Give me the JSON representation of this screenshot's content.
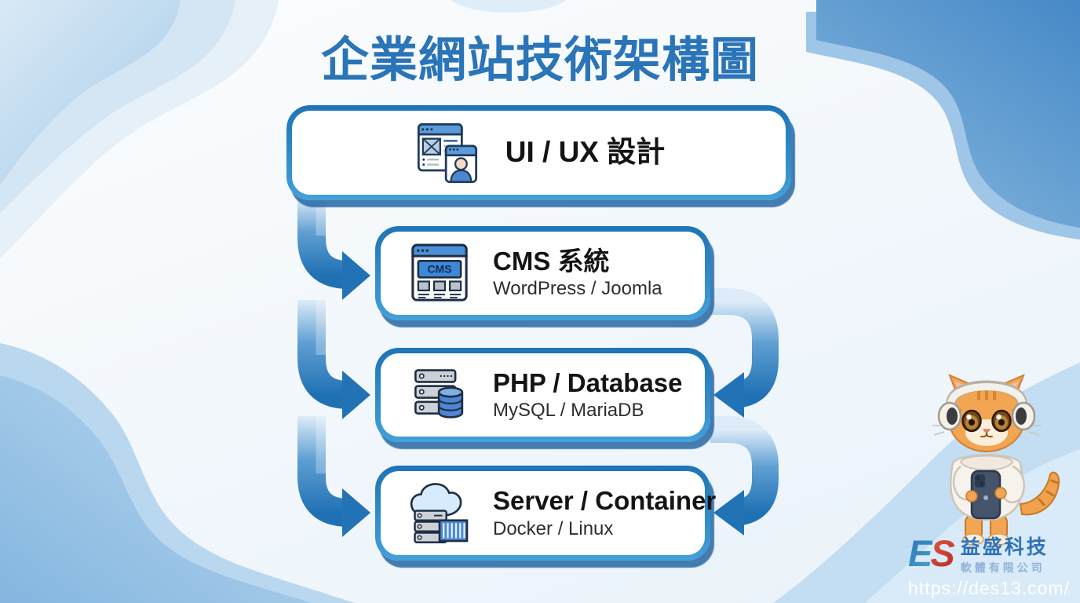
{
  "page": {
    "title": "企業網站技術架構圖"
  },
  "boxes": [
    {
      "title": "UI / UX 設計",
      "icon": "uiux-design-icon"
    },
    {
      "title": "CMS 系統",
      "subtitle": "WordPress / Joomla",
      "icon": "cms-browser-icon"
    },
    {
      "title": "PHP / Database",
      "subtitle": "MySQL / MariaDB",
      "icon": "server-database-icon"
    },
    {
      "title": "Server / Container",
      "subtitle": "Docker / Linux",
      "icon": "cloud-server-container-icon"
    }
  ],
  "icon_labels": {
    "cms": "CMS"
  },
  "branding": {
    "logo_e": "E",
    "logo_s": "S",
    "company_name": "益盛科技",
    "company_suffix": "軟體有限公司",
    "url": "https://des13.com/"
  },
  "colors": {
    "title_blue": "#2a74b8",
    "box_border_blue": "#2e86c6",
    "box_shadow_blue": "#1a5e9e",
    "arrow_blue_dark": "#2172b5",
    "arrow_blue_light": "#d9e9f7",
    "logo_red": "#cf3a30",
    "background_wave_blue": "#bcd9f0"
  }
}
